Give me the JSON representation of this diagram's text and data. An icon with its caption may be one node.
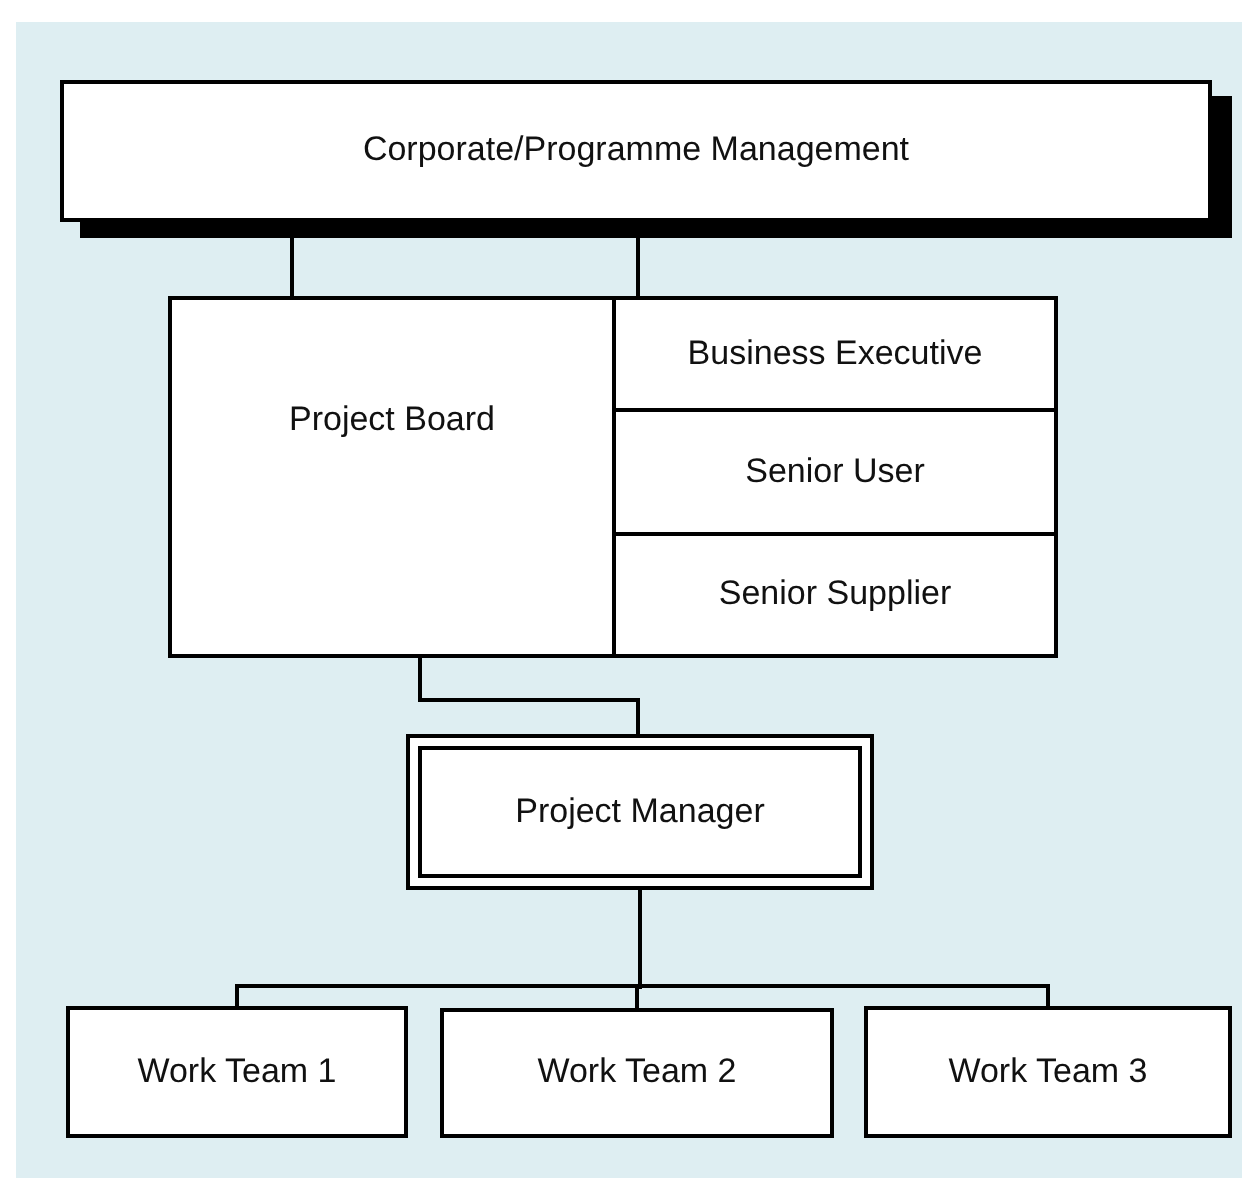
{
  "diagram": {
    "nodes": [
      {
        "text": [
          "Corporate/Programme Management"
        ]
      },
      {
        "text": [
          "Project Board"
        ]
      },
      {
        "text": [
          "Business Executive"
        ]
      },
      {
        "text": [
          "Senior User"
        ]
      },
      {
        "text": [
          "Senior Supplier"
        ]
      },
      {
        "text": [
          "Project Manager"
        ]
      },
      {
        "text": [
          "Work Team 1"
        ]
      },
      {
        "text": [
          "Work Team 2"
        ]
      },
      {
        "text": [
          "Work Team 3"
        ]
      }
    ],
    "edges": [
      {
        "from": 0,
        "to": 1,
        "arrow": "none"
      },
      {
        "from": 0,
        "to": 2,
        "arrow": "none"
      },
      {
        "from": 1,
        "to": 5,
        "arrow": "none"
      },
      {
        "from": 5,
        "to": 6,
        "arrow": "none"
      },
      {
        "from": 5,
        "to": 7,
        "arrow": "none"
      },
      {
        "from": 5,
        "to": 8,
        "arrow": "none"
      }
    ]
  }
}
